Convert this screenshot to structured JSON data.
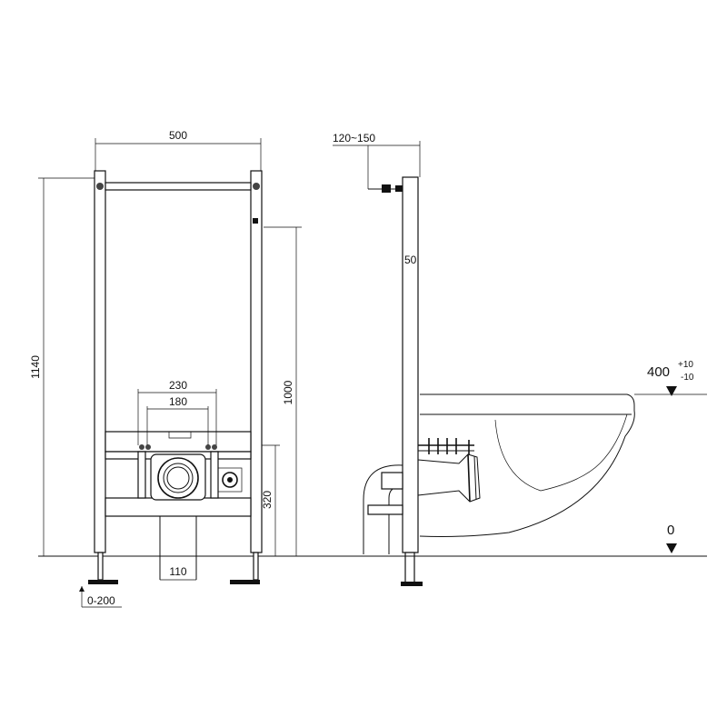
{
  "dimensions": {
    "frame_width": "500",
    "frame_height": "1140",
    "actuation_height": "1000",
    "outer_mount_spacing": "230",
    "inner_mount_spacing": "180",
    "drain_height": "320",
    "drain_width": "110",
    "foot_adjustment": "0-200",
    "wall_distance": "120~150",
    "frame_depth": "50"
  },
  "levels": {
    "seat_height": "400",
    "seat_tolerance_plus": "+10",
    "seat_tolerance_minus": "-10",
    "floor_level": "0"
  }
}
